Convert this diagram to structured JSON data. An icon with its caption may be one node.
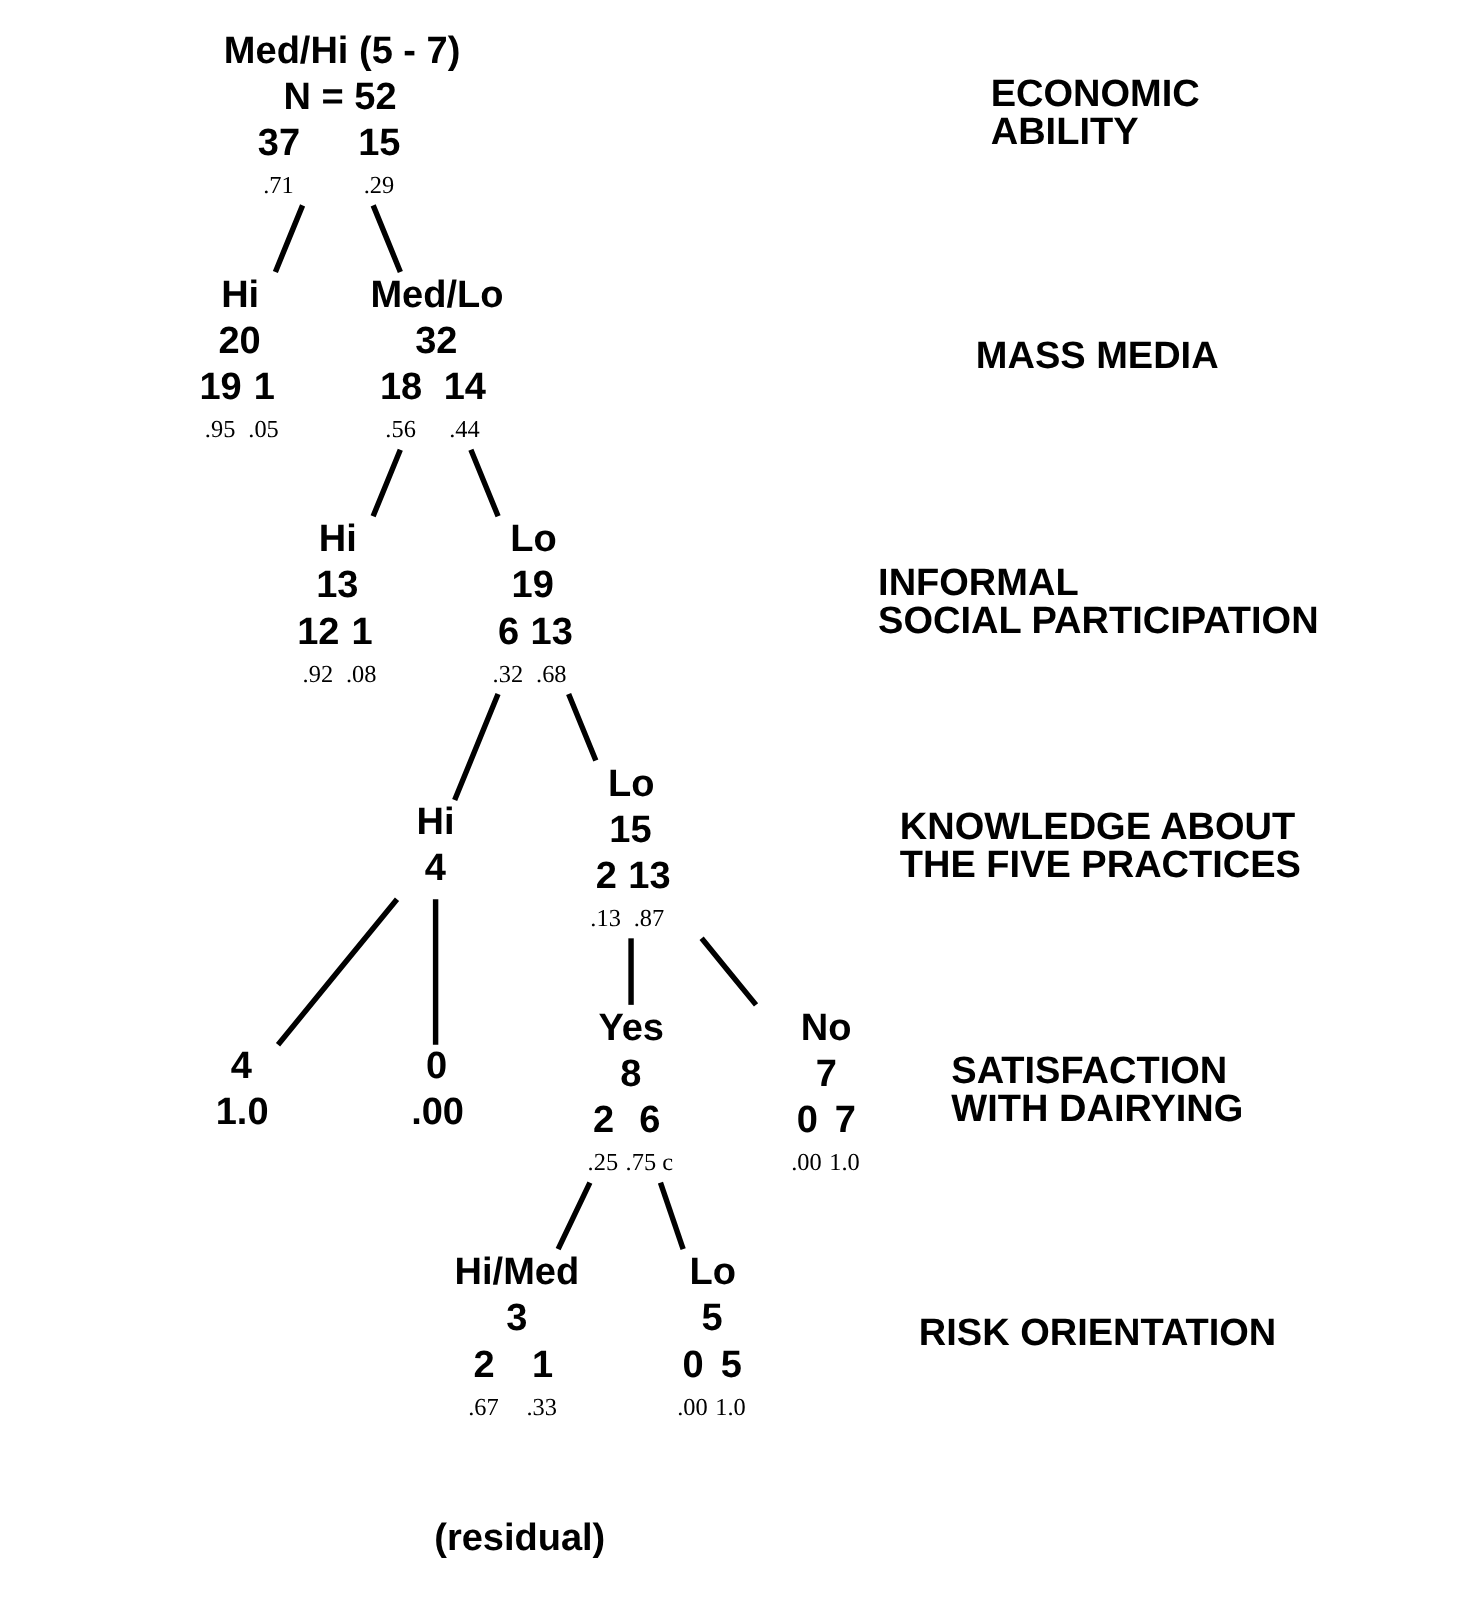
{
  "diagram": {
    "nodes": [
      {
        "text": [
          "Med/Hi (5 - 7)",
          "N = 52"
        ],
        "beside": [
          "37",
          ".71",
          "15",
          ".29"
        ]
      },
      {
        "text": [
          "Hi",
          "20"
        ],
        "beside": [
          "19",
          ".95",
          "1",
          ".05"
        ]
      },
      {
        "text": [
          "Med/Lo",
          "32"
        ],
        "beside": [
          "18",
          ".56",
          "14",
          ".44"
        ]
      },
      {
        "text": [
          "Hi",
          "13"
        ],
        "beside": [
          "12",
          ".92",
          "1",
          ".08"
        ]
      },
      {
        "text": [
          "Lo",
          "19"
        ],
        "beside": [
          "6",
          ".32",
          "13",
          ".68"
        ]
      },
      {
        "text": [
          "Hi",
          "4"
        ]
      },
      {
        "text": [
          "Lo",
          "15"
        ],
        "beside": [
          "2",
          ".13",
          "13",
          ".87"
        ]
      },
      {
        "text": [
          "4",
          "1.0"
        ]
      },
      {
        "text": [
          "0",
          ".00"
        ]
      },
      {
        "text": [
          "Yes",
          "8"
        ],
        "beside": [
          "2",
          ".25",
          "6",
          ".75 c"
        ]
      },
      {
        "text": [
          "No",
          "7"
        ],
        "beside": [
          "0",
          ".00",
          "7",
          "1.0"
        ]
      },
      {
        "text": [
          "Hi/Med",
          "3"
        ],
        "beside": [
          "2",
          ".67",
          "1",
          ".33"
        ]
      },
      {
        "text": [
          "Lo",
          "5"
        ],
        "beside": [
          "0",
          ".00",
          "5",
          "1.0"
        ]
      }
    ],
    "edges": [
      {
        "from": 0,
        "to": 1,
        "arrow": "none"
      },
      {
        "from": 0,
        "to": 2,
        "arrow": "none"
      },
      {
        "from": 2,
        "to": 3,
        "arrow": "none"
      },
      {
        "from": 2,
        "to": 4,
        "arrow": "none"
      },
      {
        "from": 4,
        "to": 5,
        "arrow": "none"
      },
      {
        "from": 4,
        "to": 6,
        "arrow": "none"
      },
      {
        "from": 5,
        "to": 7,
        "arrow": "none"
      },
      {
        "from": 5,
        "to": 8,
        "arrow": "none"
      },
      {
        "from": 6,
        "to": 9,
        "arrow": "none"
      },
      {
        "from": 6,
        "to": 10,
        "arrow": "none"
      },
      {
        "from": 9,
        "to": 11,
        "arrow": "none"
      },
      {
        "from": 9,
        "to": 12,
        "arrow": "none"
      }
    ],
    "labels": [
      "ECONOMIC ABILITY",
      "MASS MEDIA",
      "INFORMAL SOCIAL PARTICIPATION",
      "KNOWLEDGE ABOUT THE FIVE PRACTICES",
      "SATISFACTION WITH DAIRYING",
      "RISK ORIENTATION",
      "(residual)"
    ]
  }
}
